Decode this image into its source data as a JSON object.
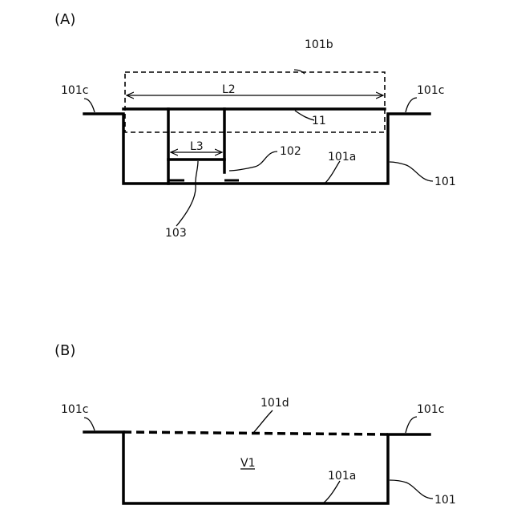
{
  "panel_a": {
    "label": "(A)",
    "callouts": {
      "tray": "101",
      "bottom": "101a",
      "region": "101b",
      "flange_left": "101c",
      "flange_right": "101c",
      "wall": "102",
      "foot": "103",
      "lid": "11",
      "span_l2": "L2",
      "span_l3": "L3"
    }
  },
  "panel_b": {
    "label": "(B)",
    "callouts": {
      "tray": "101",
      "bottom": "101a",
      "flange_left": "101c",
      "flange_right": "101c",
      "opening": "101d",
      "volume": "V1"
    }
  }
}
